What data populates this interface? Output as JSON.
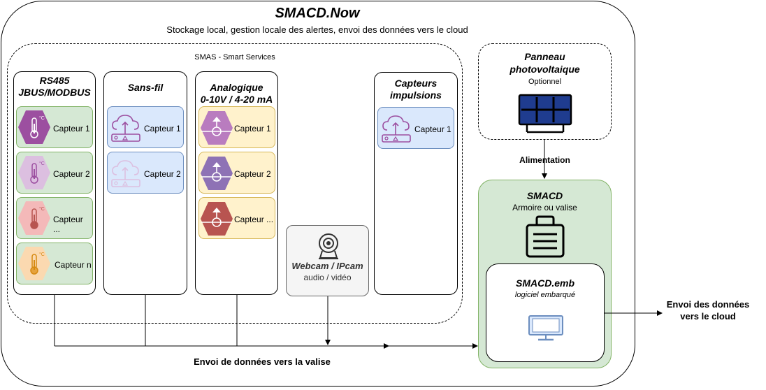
{
  "header": {
    "title": "SMACD.Now",
    "subtitle": "Stockage local, gestion locale des alertes, envoi des données vers le cloud"
  },
  "smas": {
    "label": "SMAS - Smart Services"
  },
  "columns": {
    "rs485": {
      "title1": "RS485",
      "title2": "JBUS/MODBUS",
      "items": [
        "Capteur 1",
        "Capteur 2",
        "Capteur ...",
        "Capteur n"
      ]
    },
    "sansfil": {
      "title": "Sans-fil",
      "items": [
        "Capteur 1",
        "Capteur 2"
      ]
    },
    "analog": {
      "title1": "Analogique",
      "title2": "0-10V / 4-20 mA",
      "items": [
        "Capteur 1",
        "Capteur 2",
        "Capteur ..."
      ]
    },
    "impulsions": {
      "title1": "Capteurs",
      "title2": "impulsions",
      "items": [
        "Capteur 1"
      ]
    }
  },
  "webcam": {
    "title": "Webcam / IPcam",
    "subtitle": "audio / vidéo"
  },
  "panneau": {
    "title1": "Panneau",
    "title2": "photovoltaique",
    "subtitle": "Optionnel"
  },
  "alimentation": "Alimentation",
  "smacd": {
    "title": "SMACD",
    "subtitle": "Armoire ou valise"
  },
  "emb": {
    "title": "SMACD.emb",
    "subtitle": "logiciel embarqué"
  },
  "cloud": {
    "line1": "Envoi des données",
    "line2": "vers le cloud"
  },
  "valise_label": "Envoi de données vers la valise",
  "colors": {
    "purple": "#9c4fa0",
    "purple_light": "#dcbfe0",
    "red_light": "#f4b9b9",
    "orange": "#f5c27a",
    "panel_blue": "#1f3c8f",
    "green_fill": "#d5e8d4"
  }
}
